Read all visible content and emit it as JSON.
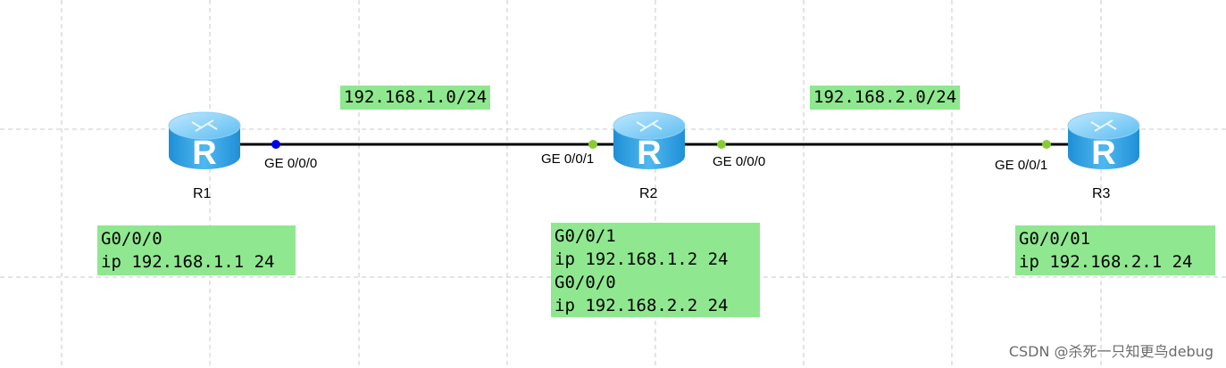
{
  "routers": [
    {
      "name": "R1",
      "icon": "router-icon"
    },
    {
      "name": "R2",
      "icon": "router-icon"
    },
    {
      "name": "R3",
      "icon": "router-icon"
    }
  ],
  "links": [
    {
      "network": "192.168.1.0/24",
      "from_port": "GE 0/0/0",
      "to_port": "GE 0/0/1",
      "from_dot_color": "#0000ee",
      "to_dot_color": "#88cc33"
    },
    {
      "network": "192.168.2.0/24",
      "from_port": "GE 0/0/0",
      "to_port": "GE 0/0/1",
      "from_dot_color": "#88cc33",
      "to_dot_color": "#88cc33"
    }
  ],
  "configs": {
    "r1": {
      "lines": [
        "G0/0/0",
        "ip 192.168.1.1 24"
      ]
    },
    "r2": {
      "lines": [
        "G0/0/1",
        "ip 192.168.1.2 24",
        "G0/0/0",
        "ip 192.168.2.2 24"
      ]
    },
    "r3": {
      "lines": [
        "G0/0/01",
        "ip 192.168.2.1 24"
      ]
    }
  },
  "watermark": "CSDN @杀死一只知更鸟debug",
  "colors": {
    "note_bg": "#8fe88f",
    "grid": "#d0d0d0",
    "link": "#000000",
    "router_body": "#3aa9e8"
  }
}
